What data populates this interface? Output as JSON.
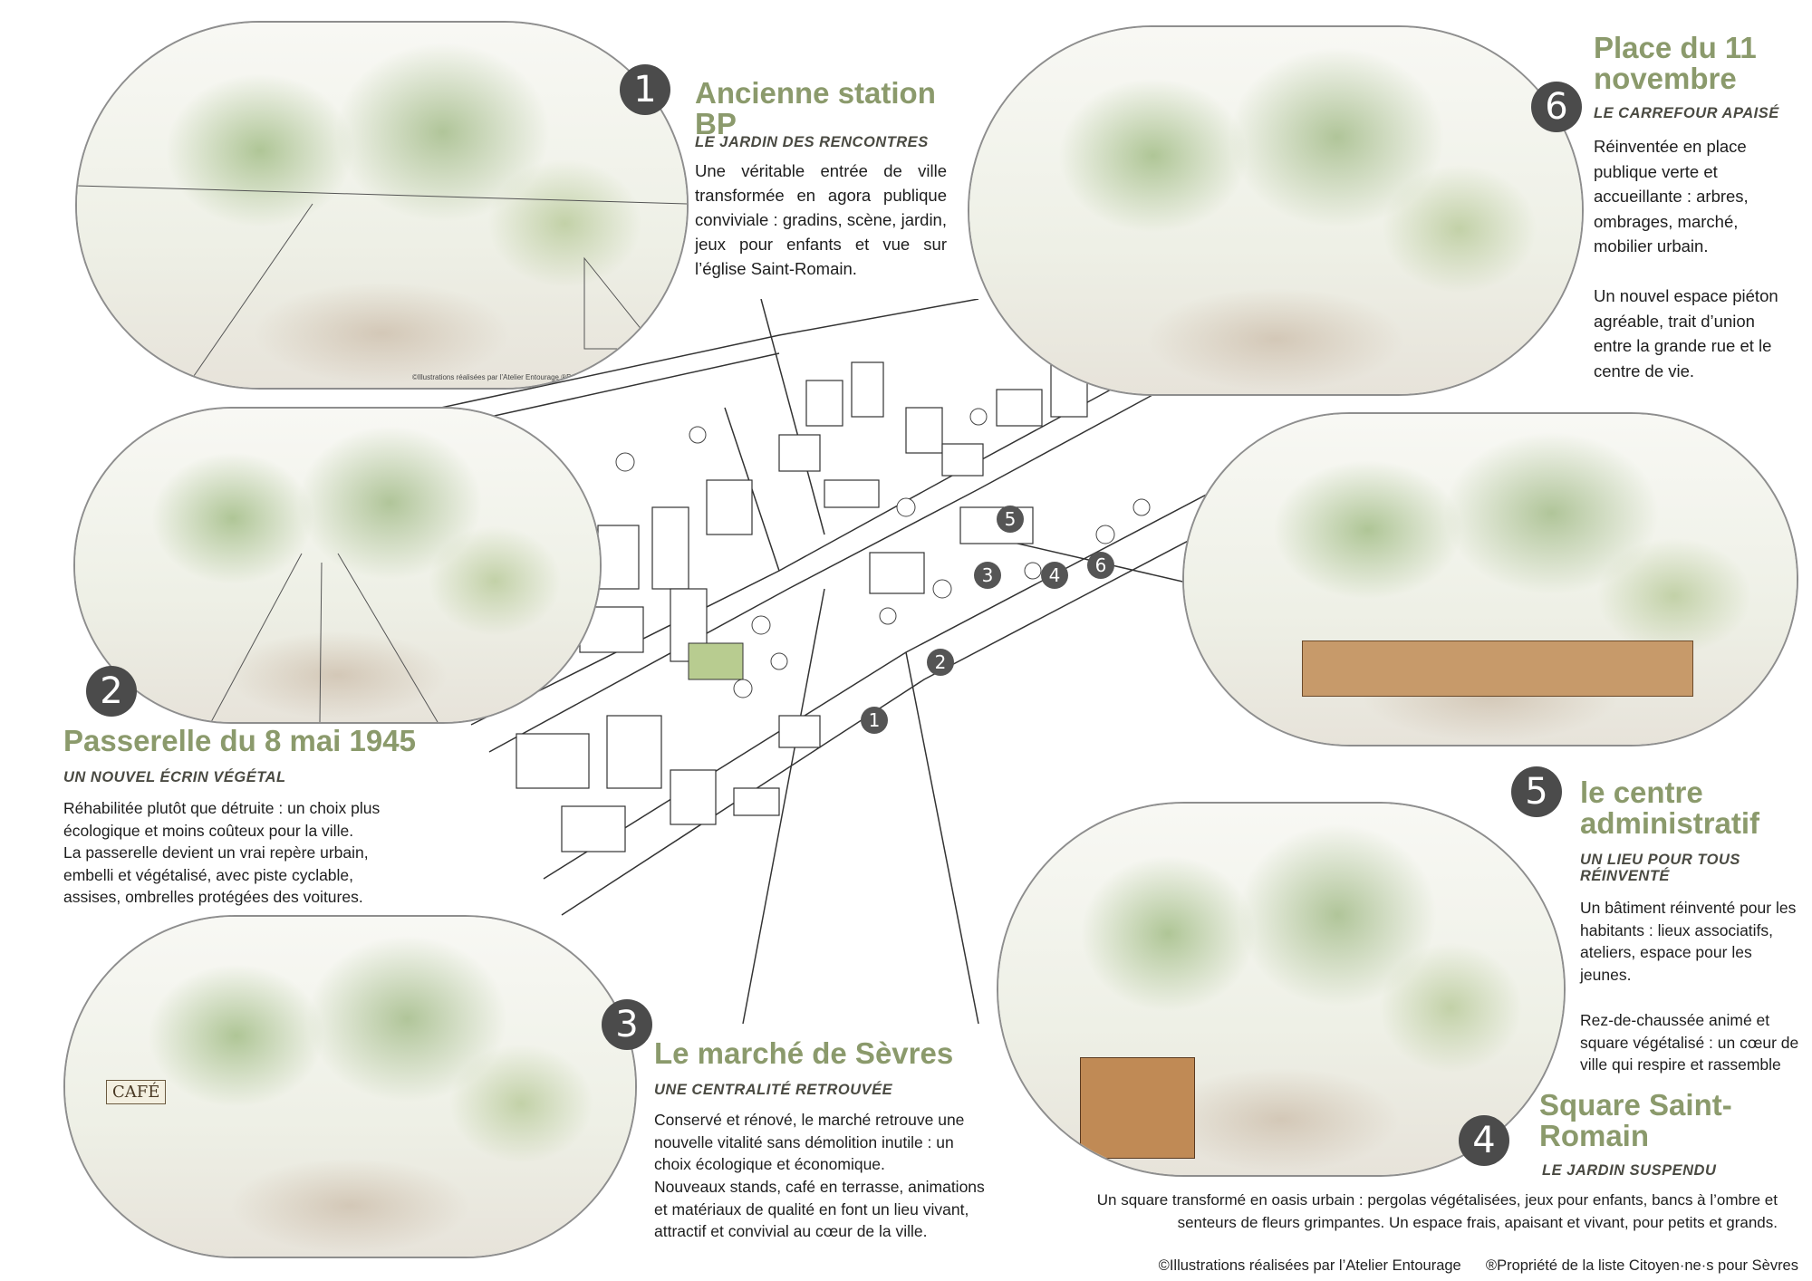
{
  "sections": [
    {
      "number": "1",
      "title": "Ancienne station BP",
      "subtitle": "LE JARDIN DES RENCONTRES",
      "body": "Une véritable entrée de ville transformée en agora publique conviviale : gradins, scène, jardin, jeux pour enfants et vue sur l’église Saint-Romain.",
      "image_credit": "©Illustrations réalisées par l’Atelier Entourage ®P"
    },
    {
      "number": "2",
      "title": "Passerelle du 8 mai 1945",
      "subtitle": "UN NOUVEL ÉCRIN VÉGÉTAL",
      "body": [
        "Réhabilitée plutôt que détruite : un choix plus écologique et moins coûteux pour la ville.",
        "La passerelle devient un vrai repère urbain, embelli et végétalisé, avec piste cyclable, assises, ombrelles protégées des voitures."
      ]
    },
    {
      "number": "3",
      "title": "Le marché de Sèvres",
      "subtitle": "UNE CENTRALITÉ RETROUVÉE",
      "body": [
        "Conservé et rénové, le marché retrouve une nouvelle vitalité sans démolition inutile : un choix écologique et économique.",
        "Nouveaux stands, café en terrasse, animations et matériaux de qualité en font un lieu vivant, attractif et convivial au cœur de la ville."
      ],
      "sign_cafe": "CAFÉ"
    },
    {
      "number": "4",
      "title": "Square Saint-Romain",
      "subtitle": "LE JARDIN SUSPENDU",
      "body": "Un square transformé en oasis urbain : pergolas végétalisées, jeux pour enfants, bancs à l’ombre et senteurs de fleurs grimpantes. Un espace frais, apaisant et vivant, pour petits et grands."
    },
    {
      "number": "5",
      "title": "le centre administratif",
      "subtitle": "UN LIEU POUR TOUS RÉINVENTÉ",
      "body": [
        "Un bâtiment réinventé pour les habitants : lieux associatifs, ateliers, espace pour les jeunes.",
        "Rez-de-chaussée animé et square végétalisé : un cœur de ville qui respire et rassemble"
      ]
    },
    {
      "number": "6",
      "title": "Place du 11 novembre",
      "subtitle": "LE CARREFOUR APAISÉ",
      "body": [
        "Réinventée en place publique verte et accueillante : arbres, ombrages, marché, mobilier urbain.",
        "Un nouvel espace piéton agréable, trait d’union entre la grande rue et le centre de vie."
      ]
    }
  ],
  "footer": {
    "illustrations_credit": "©Illustrations réalisées par l’Atelier Entourage",
    "property_credit": "®Propriété de la liste Citoyen·ne·s pour Sèvres"
  },
  "colors": {
    "title": "#8b9a6c",
    "badge": "#4b4b4b",
    "border": "#8e8e8e"
  }
}
